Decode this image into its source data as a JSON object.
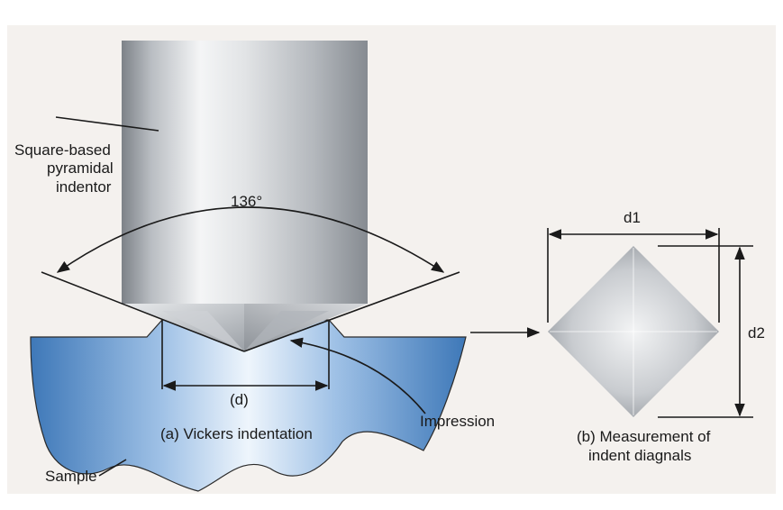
{
  "diagram": {
    "indentor_label": [
      "Square-based",
      "pyramidal",
      "indentor"
    ],
    "angle_label": "136°",
    "width_label": "(d)",
    "impression_label": "Impression",
    "caption_a": "(a) Vickers indentation",
    "sample_label": "Sample",
    "diag1_label": "d1",
    "diag2_label": "d2",
    "caption_b": [
      "(b) Measurement of",
      "indent diagnals"
    ]
  }
}
